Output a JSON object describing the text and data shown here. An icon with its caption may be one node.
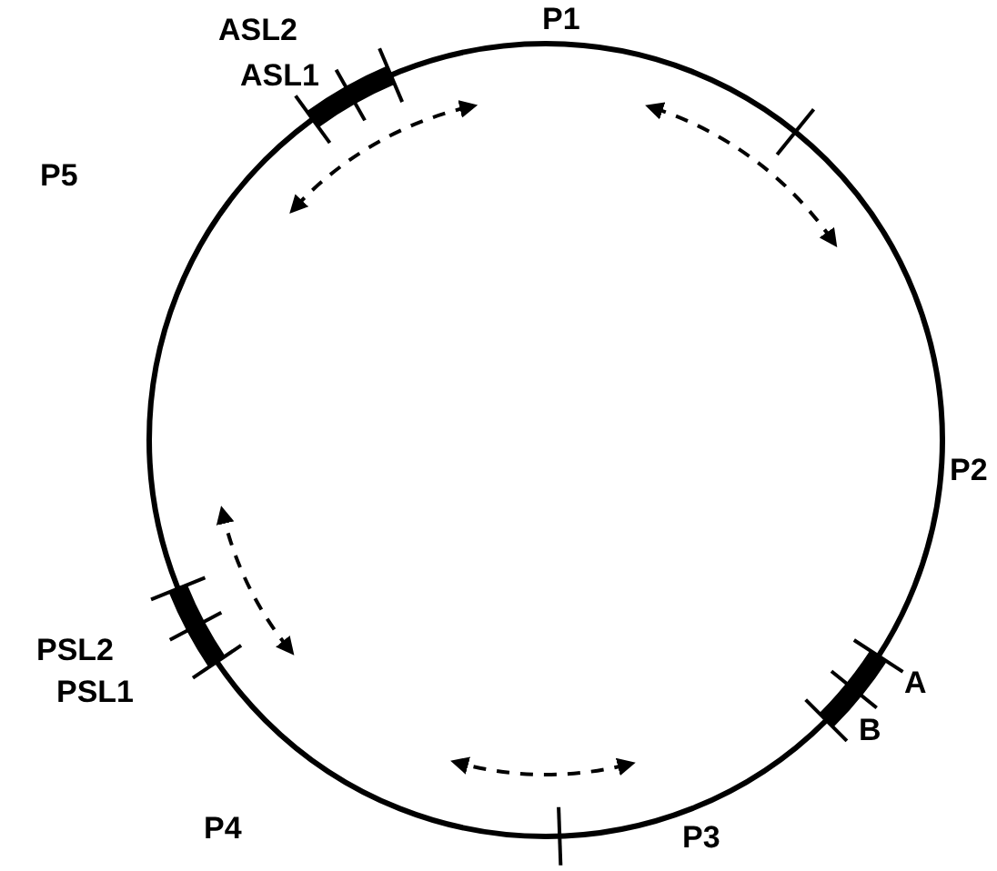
{
  "diagram": {
    "labels": [
      "ASL2",
      "P1",
      "ASL1",
      "P5",
      "P2",
      "PSL2",
      "PSL1",
      "A",
      "B",
      "P4",
      "P3"
    ]
  }
}
